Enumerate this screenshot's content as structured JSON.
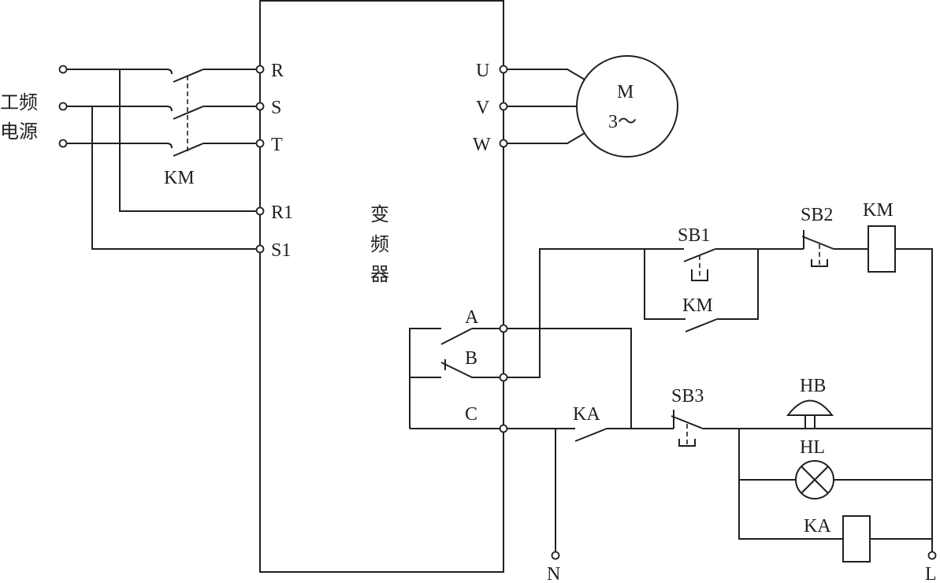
{
  "diagram": {
    "power_source_label_line1": "工频",
    "power_source_label_line2": "电源",
    "inverter_label_1": "变",
    "inverter_label_2": "频",
    "inverter_label_3": "器",
    "terminals": {
      "R": "R",
      "S": "S",
      "T": "T",
      "R1": "R1",
      "S1": "S1",
      "U": "U",
      "V": "V",
      "W": "W",
      "A": "A",
      "B": "B",
      "C": "C"
    },
    "motor": {
      "line1": "M",
      "line2": "3～"
    },
    "contactor_main": "KM",
    "contactor_coil": "KM",
    "contactor_aux": "KM",
    "relay_contact": "KA",
    "relay_coil": "KA",
    "sb1": "SB1",
    "sb2": "SB2",
    "sb3": "SB3",
    "buzzer": "HB",
    "lamp": "HL",
    "neutral": "N",
    "line": "L",
    "line_color": "#231f20"
  }
}
